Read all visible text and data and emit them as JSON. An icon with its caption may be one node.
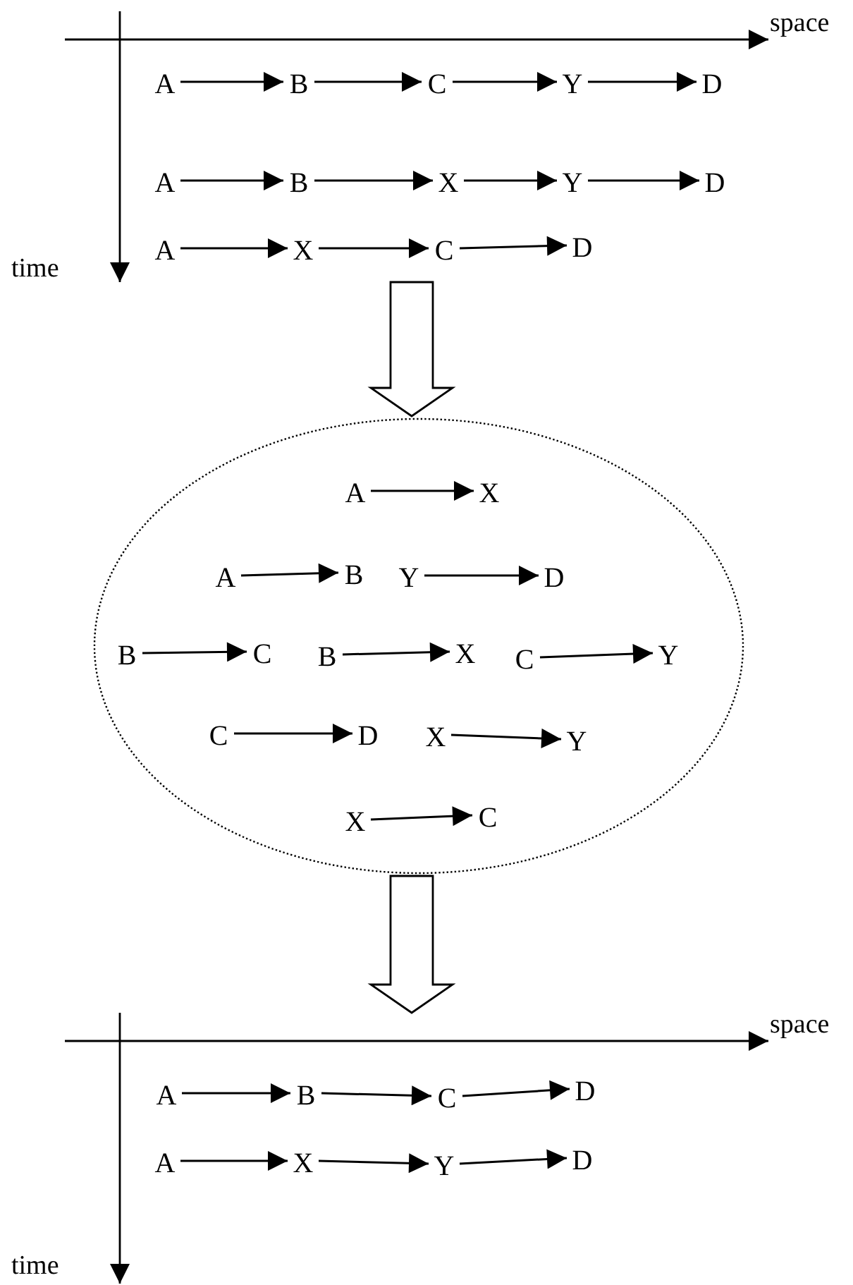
{
  "diagram": {
    "nodes": [
      {
        "text": [
          "A"
        ]
      },
      {
        "text": [
          "B"
        ]
      },
      {
        "text": [
          "C"
        ]
      },
      {
        "text": [
          "Y"
        ]
      },
      {
        "text": [
          "D"
        ]
      },
      {
        "text": [
          "A"
        ]
      },
      {
        "text": [
          "B"
        ]
      },
      {
        "text": [
          "X"
        ]
      },
      {
        "text": [
          "Y"
        ]
      },
      {
        "text": [
          "D"
        ]
      },
      {
        "text": [
          "A"
        ]
      },
      {
        "text": [
          "X"
        ]
      },
      {
        "text": [
          "C"
        ]
      },
      {
        "text": [
          "D"
        ]
      },
      {
        "text": [],
        "shape": "ellipse"
      },
      {
        "text": [
          "A"
        ],
        "in": 14
      },
      {
        "text": [
          "X"
        ],
        "in": 14
      },
      {
        "text": [
          "A"
        ],
        "in": 14
      },
      {
        "text": [
          "B"
        ],
        "in": 14
      },
      {
        "text": [
          "Y"
        ],
        "in": 14
      },
      {
        "text": [
          "D"
        ],
        "in": 14
      },
      {
        "text": [
          "B"
        ],
        "in": 14
      },
      {
        "text": [
          "C"
        ],
        "in": 14
      },
      {
        "text": [
          "B"
        ],
        "in": 14
      },
      {
        "text": [
          "X"
        ],
        "in": 14
      },
      {
        "text": [
          "C"
        ],
        "in": 14
      },
      {
        "text": [
          "Y"
        ],
        "in": 14
      },
      {
        "text": [
          "C"
        ],
        "in": 14
      },
      {
        "text": [
          "D"
        ],
        "in": 14
      },
      {
        "text": [
          "X"
        ],
        "in": 14
      },
      {
        "text": [
          "Y"
        ],
        "in": 14
      },
      {
        "text": [
          "X"
        ],
        "in": 14
      },
      {
        "text": [
          "C"
        ],
        "in": 14
      },
      {
        "text": [
          "A"
        ]
      },
      {
        "text": [
          "B"
        ]
      },
      {
        "text": [
          "C"
        ]
      },
      {
        "text": [
          "D"
        ]
      },
      {
        "text": [
          "A"
        ]
      },
      {
        "text": [
          "X"
        ]
      },
      {
        "text": [
          "Y"
        ]
      },
      {
        "text": [
          "D"
        ]
      }
    ],
    "edges": [
      {
        "from": 0,
        "to": 1,
        "arrow": "to"
      },
      {
        "from": 1,
        "to": 2,
        "arrow": "to"
      },
      {
        "from": 2,
        "to": 3,
        "arrow": "to"
      },
      {
        "from": 3,
        "to": 4,
        "arrow": "to"
      },
      {
        "from": 5,
        "to": 6,
        "arrow": "to"
      },
      {
        "from": 6,
        "to": 7,
        "arrow": "to"
      },
      {
        "from": 7,
        "to": 8,
        "arrow": "to"
      },
      {
        "from": 8,
        "to": 9,
        "arrow": "to"
      },
      {
        "from": 10,
        "to": 11,
        "arrow": "to"
      },
      {
        "from": 11,
        "to": 12,
        "arrow": "to"
      },
      {
        "from": 12,
        "to": 13,
        "arrow": "to"
      },
      {
        "from": null,
        "to": 14,
        "arrow": "to",
        "style": "thick"
      },
      {
        "from": 15,
        "to": 16,
        "arrow": "to"
      },
      {
        "from": 17,
        "to": 18,
        "arrow": "to"
      },
      {
        "from": 19,
        "to": 20,
        "arrow": "to"
      },
      {
        "from": 21,
        "to": 22,
        "arrow": "to"
      },
      {
        "from": 23,
        "to": 24,
        "arrow": "to"
      },
      {
        "from": 25,
        "to": 26,
        "arrow": "to"
      },
      {
        "from": 27,
        "to": 28,
        "arrow": "to"
      },
      {
        "from": 29,
        "to": 30,
        "arrow": "to"
      },
      {
        "from": 31,
        "to": 32,
        "arrow": "to"
      },
      {
        "from": 14,
        "to": null,
        "arrow": "to",
        "style": "thick"
      },
      {
        "from": 33,
        "to": 34,
        "arrow": "to"
      },
      {
        "from": 34,
        "to": 35,
        "arrow": "to"
      },
      {
        "from": 35,
        "to": 36,
        "arrow": "to"
      },
      {
        "from": 37,
        "to": 38,
        "arrow": "to"
      },
      {
        "from": 38,
        "to": 39,
        "arrow": "to"
      },
      {
        "from": 39,
        "to": 40,
        "arrow": "to"
      }
    ],
    "labels": [
      "space",
      "time",
      "space",
      "time"
    ]
  }
}
